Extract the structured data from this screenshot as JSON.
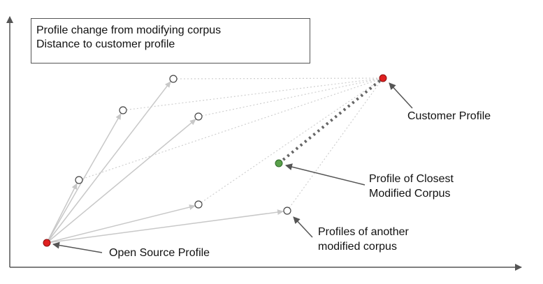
{
  "legend": {
    "change_label": "Profile change from modifying corpus",
    "distance_label": "Distance to customer profile"
  },
  "labels": {
    "customer": "Customer Profile",
    "closest_line1": "Profile of Closest",
    "closest_line2": "Modified Corpus",
    "another_line1": "Profiles of another",
    "another_line2": "modified corpus",
    "open_source": "Open Source Profile"
  },
  "colors": {
    "axis": "#555555",
    "arrow_gray": "#c8c8c8",
    "dotted_gray": "#cfcfcf",
    "closest_dotted": "#666666",
    "red_node": "#e02020",
    "green_node": "#5aa04a",
    "node_stroke": "#444444"
  }
}
